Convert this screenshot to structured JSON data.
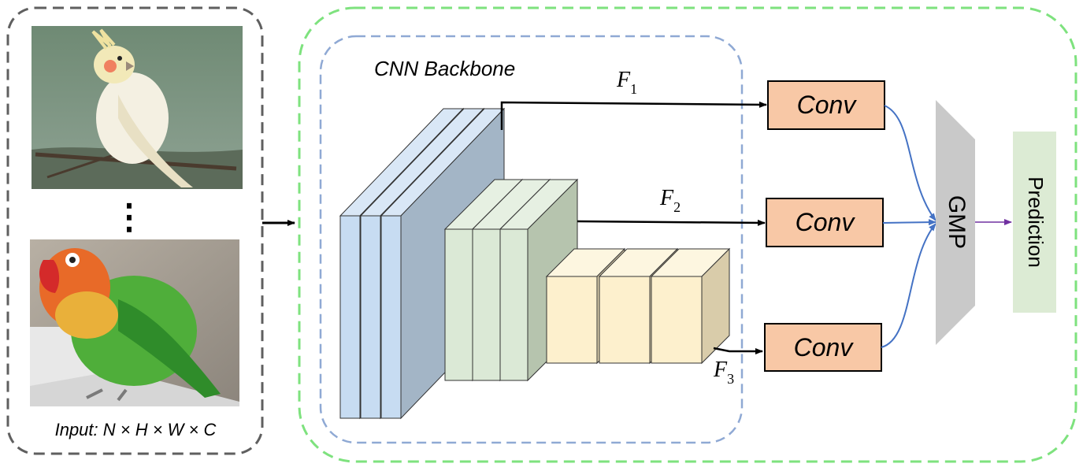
{
  "input_panel": {
    "label": "Input: N × H × W × C",
    "images": [
      "cockatiel-photo",
      "lovebird-photo"
    ],
    "ellipsis": "⋮"
  },
  "backbone": {
    "label": "CNN Backbone",
    "features": [
      {
        "base": "F",
        "sub": "1"
      },
      {
        "base": "F",
        "sub": "2"
      },
      {
        "base": "F",
        "sub": "3"
      }
    ]
  },
  "conv_blocks": [
    "Conv",
    "Conv",
    "Conv"
  ],
  "gmp": {
    "label": "GMP"
  },
  "prediction": {
    "label": "Prediction"
  },
  "colors": {
    "gray_dash": "#5f5f5f",
    "green_dash": "#7ee27e",
    "blue_dash": "#8fa9d4",
    "conv_fill": "#f8c8a6",
    "gmp_fill": "#c9c9c9",
    "prediction_fill": "#dcebd4",
    "blue_stage": "#c7dcf2",
    "green_stage": "#dbe9d6",
    "yellow_stage": "#fdf0cd",
    "connector": "#4472c4",
    "output_arrow": "#7030a0"
  }
}
